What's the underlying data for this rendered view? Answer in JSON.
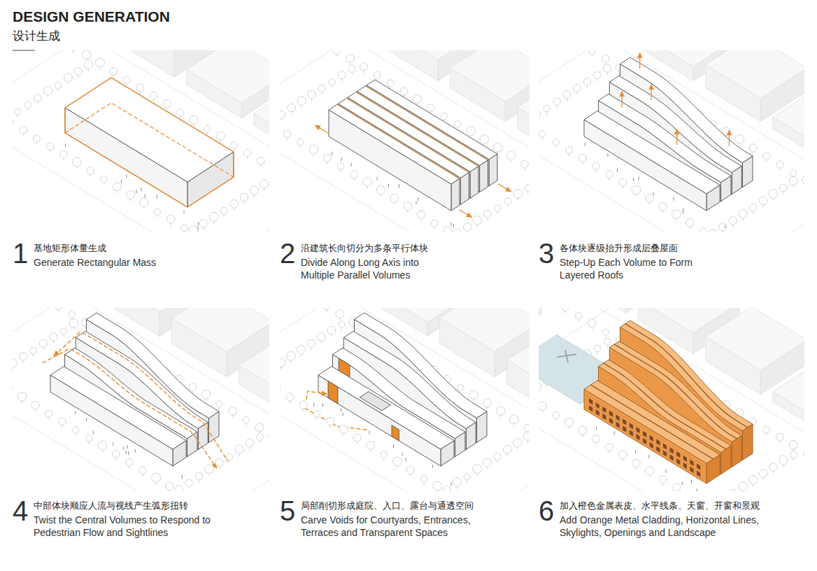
{
  "diagram": {
    "title": "DESIGN GENERATION",
    "labels": [
      "设计生成",
      "1",
      "基地矩形体量生成",
      "Generate Rectangular Mass",
      "2",
      "沿建筑长向切分为多条平行体块",
      "Divide Along Long Axis into Multiple Parallel Volumes",
      "3",
      "各体块逐级抬升形成层叠屋面",
      "Step-Up Each Volume to Form Layered Roofs",
      "4",
      "中部体块顺应人流与视线产生弧形扭转",
      "Twist the Central Volumes to Respond to Pedestrian Flow and Sightlines",
      "5",
      "局部削切形成庭院、入口、露台与通透空间",
      "Carve Voids for Courtyards, Entrances, Terraces and Transparent Spaces",
      "6",
      "加入橙色金属表皮、水平线条、天窗、开窗和景观",
      "Add Orange Metal Cladding, Horizontal Lines, Skylights, Openings and Landscape"
    ]
  }
}
